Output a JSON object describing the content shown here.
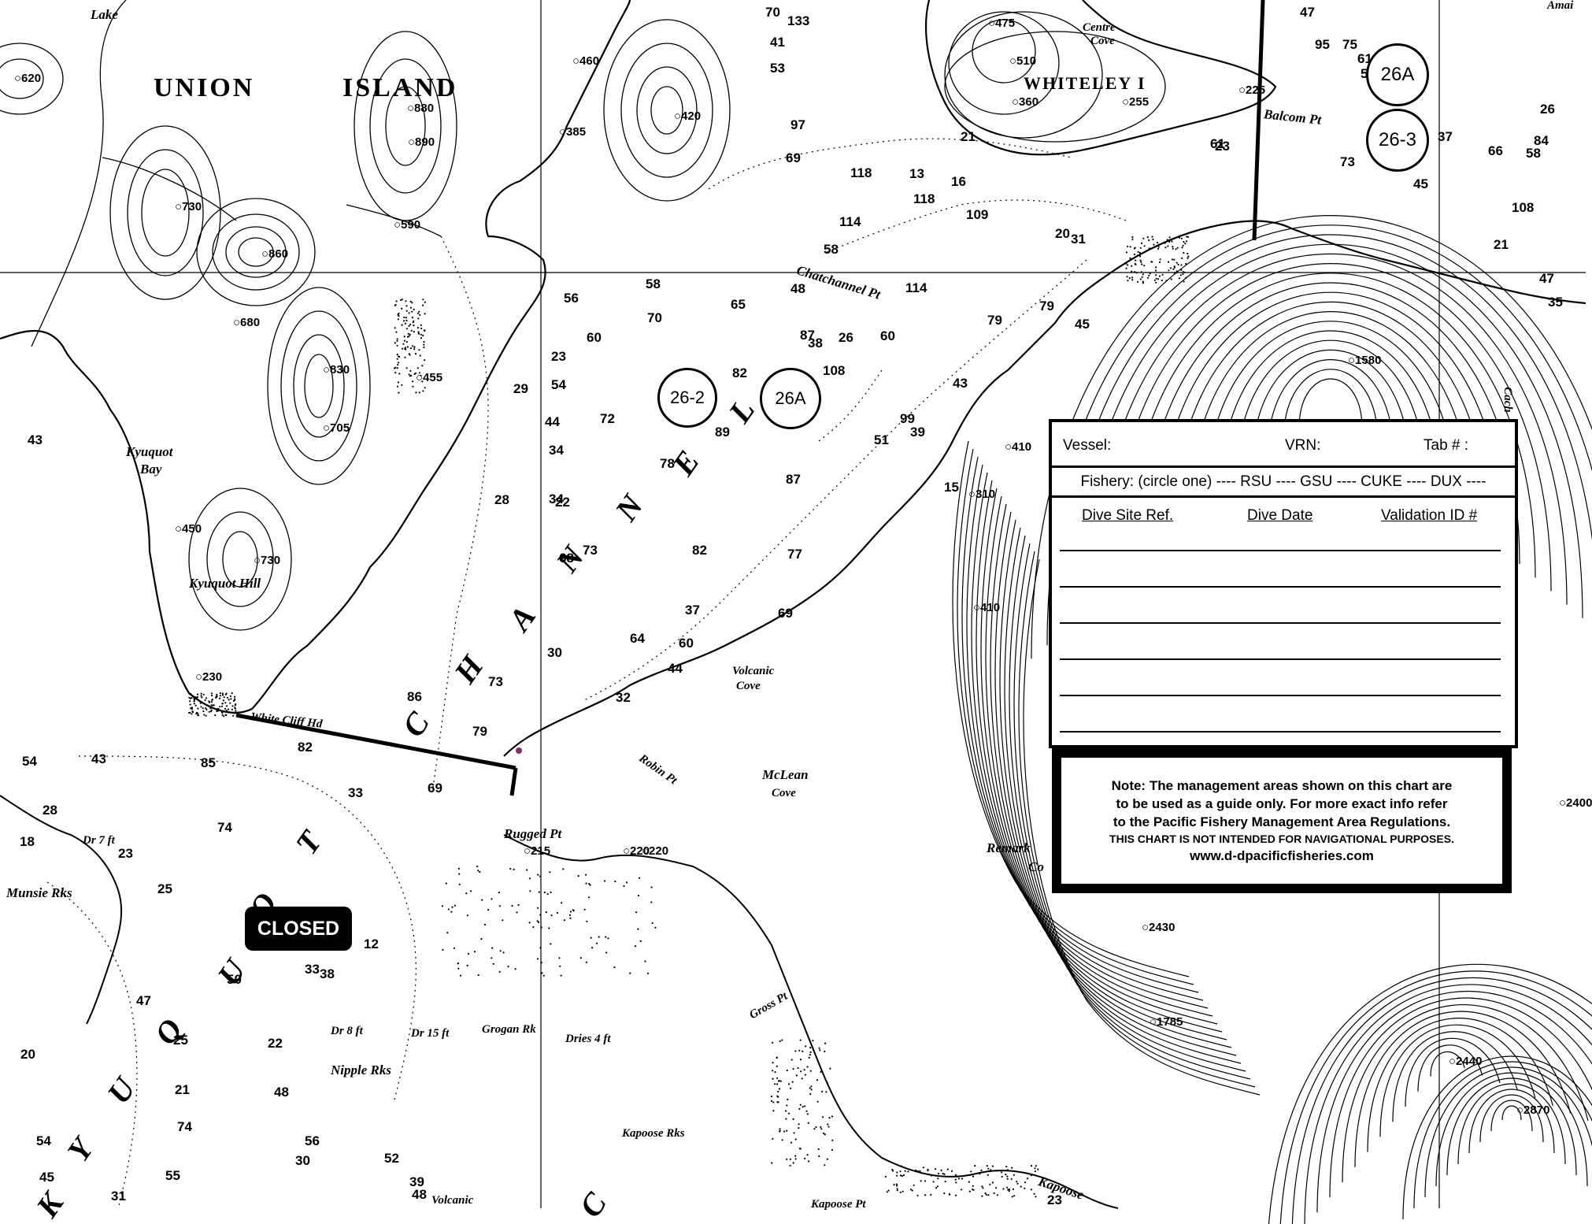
{
  "map": {
    "islands": {
      "union_island_1": "UNION",
      "union_island_2": "ISLAND",
      "whiteley_island": "WHITELEY  I",
      "lake": "Lake"
    },
    "channel_letters": [
      "K",
      "Y",
      "U",
      "Q",
      "U",
      "O",
      "T",
      "C",
      "H",
      "A",
      "N",
      "N",
      "E",
      "L",
      "C"
    ],
    "places": {
      "kyuquot_bay_1": "Kyuquot",
      "kyuquot_bay_2": "Bay",
      "kyuquot_hill": "Kyuquot Hill",
      "white_cliff_hd": "White Cliff Hd",
      "chatchannel_pt": "Chatchannel Pt",
      "balcom_pt": "Balcom Pt",
      "centre_cove_1": "Centre",
      "centre_cove_2": "Cove",
      "volcanic_cove_1": "Volcanic",
      "volcanic_cove_2": "Cove",
      "mclean_cove_1": "McLean",
      "mclean_cove_2": "Cove",
      "robin_pt": "Robin Pt",
      "rugged_pt": "Rugged Pt",
      "gross_pt": "Gross Pt",
      "munsie_rks": "Munsie Rks",
      "grogan_rk": "Grogan Rk",
      "nipple_rks": "Nipple Rks",
      "kapoose_rks": "Kapoose Rks",
      "kapoose_pt": "Kapoose Pt",
      "kapoose": "Kapoose",
      "volcanic_bottom": "Volcanic",
      "remark_1": "Remark",
      "remark_2": "Co",
      "cache": "Cach",
      "amai": "Amai",
      "dr7ft_1": "Dr 7 ft",
      "dr8ft": "Dr 8 ft",
      "dr15ft": "Dr 15 ft",
      "dries4ft": "Dries 4 ft"
    },
    "elevations": [
      "620",
      "730",
      "860",
      "680",
      "830",
      "705",
      "455",
      "880",
      "890",
      "590",
      "460",
      "385",
      "420",
      "450",
      "730",
      "230",
      "475",
      "510",
      "360",
      "255",
      "225",
      "1580",
      "410",
      "310",
      "410",
      "215",
      "220",
      "220",
      "2430",
      "1785",
      "2440",
      "2870",
      "2400"
    ],
    "soundings": [
      "133",
      "70",
      "41",
      "53",
      "97",
      "69",
      "114",
      "114",
      "65",
      "58",
      "70",
      "82",
      "108",
      "72",
      "89",
      "78",
      "87",
      "54",
      "29",
      "23",
      "56",
      "60",
      "44",
      "34",
      "22",
      "58",
      "48",
      "79",
      "79",
      "45",
      "43",
      "39",
      "99",
      "51",
      "15",
      "28",
      "34",
      "68",
      "73",
      "82",
      "77",
      "69",
      "37",
      "64",
      "60",
      "44",
      "32",
      "30",
      "73",
      "86",
      "79",
      "69",
      "33",
      "82",
      "85",
      "74",
      "43",
      "54",
      "28",
      "23",
      "25",
      "12",
      "33",
      "38",
      "50",
      "47",
      "25",
      "22",
      "21",
      "74",
      "48",
      "56",
      "54",
      "45",
      "55",
      "31",
      "30",
      "39",
      "48",
      "52",
      "20",
      "18",
      "16",
      "21",
      "61",
      "23",
      "47",
      "95",
      "75",
      "37",
      "45",
      "57",
      "61",
      "73",
      "66",
      "58",
      "60",
      "87",
      "26",
      "38",
      "23",
      "108",
      "84",
      "47",
      "35",
      "118",
      "118",
      "13",
      "109",
      "31",
      "20",
      "43",
      "26",
      "21"
    ],
    "area_labels": {
      "circle_26a_left": "26A",
      "circle_26_2": "26-2",
      "circle_26a_top": "26A",
      "circle_26_3": "26-3"
    },
    "closed_label": "CLOSED"
  },
  "logbook": {
    "vessel_label": "Vessel:",
    "vrn_label": "VRN:",
    "tab_label": "Tab # :",
    "fishery_line": "Fishery: (circle one) ---- RSU ---- GSU ---- CUKE ---- DUX ----",
    "col_site": "Dive Site Ref.",
    "col_date": "Dive Date",
    "col_validation": "Validation ID #"
  },
  "note": {
    "line1": "Note: The management areas shown on this chart are",
    "line2": "to be used as a guide only.  For more exact info refer",
    "line3": "to the Pacific Fishery Management Area Regulations.",
    "line4": "THIS CHART IS NOT INTENDED FOR  NAVIGATIONAL PURPOSES.",
    "line5": "www.d-dpacificfisheries.com"
  }
}
